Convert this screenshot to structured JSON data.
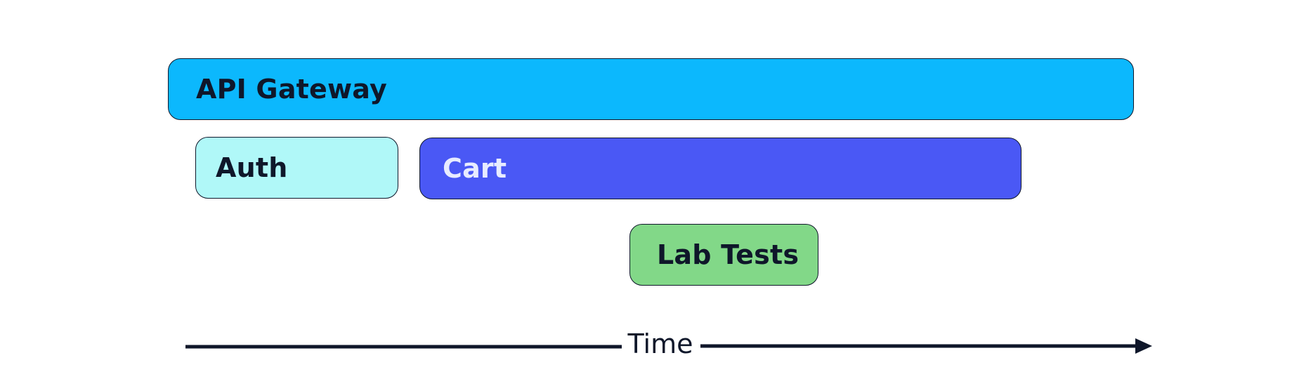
{
  "diagram": {
    "spans": [
      {
        "label": "API Gateway",
        "fill": "#0cb8fd",
        "text_color": "#0f172a"
      },
      {
        "label": "Auth",
        "fill": "#b0f8f8",
        "text_color": "#0f172a"
      },
      {
        "label": "Cart",
        "fill": "#4a58f5",
        "text_color": "#e8ecff"
      },
      {
        "label": "Lab Tests",
        "fill": "#82d888",
        "text_color": "#0f172a"
      }
    ],
    "axis": {
      "label": "Time",
      "line_color": "#0f172a",
      "arrow_icon": "arrow-right-icon"
    }
  }
}
